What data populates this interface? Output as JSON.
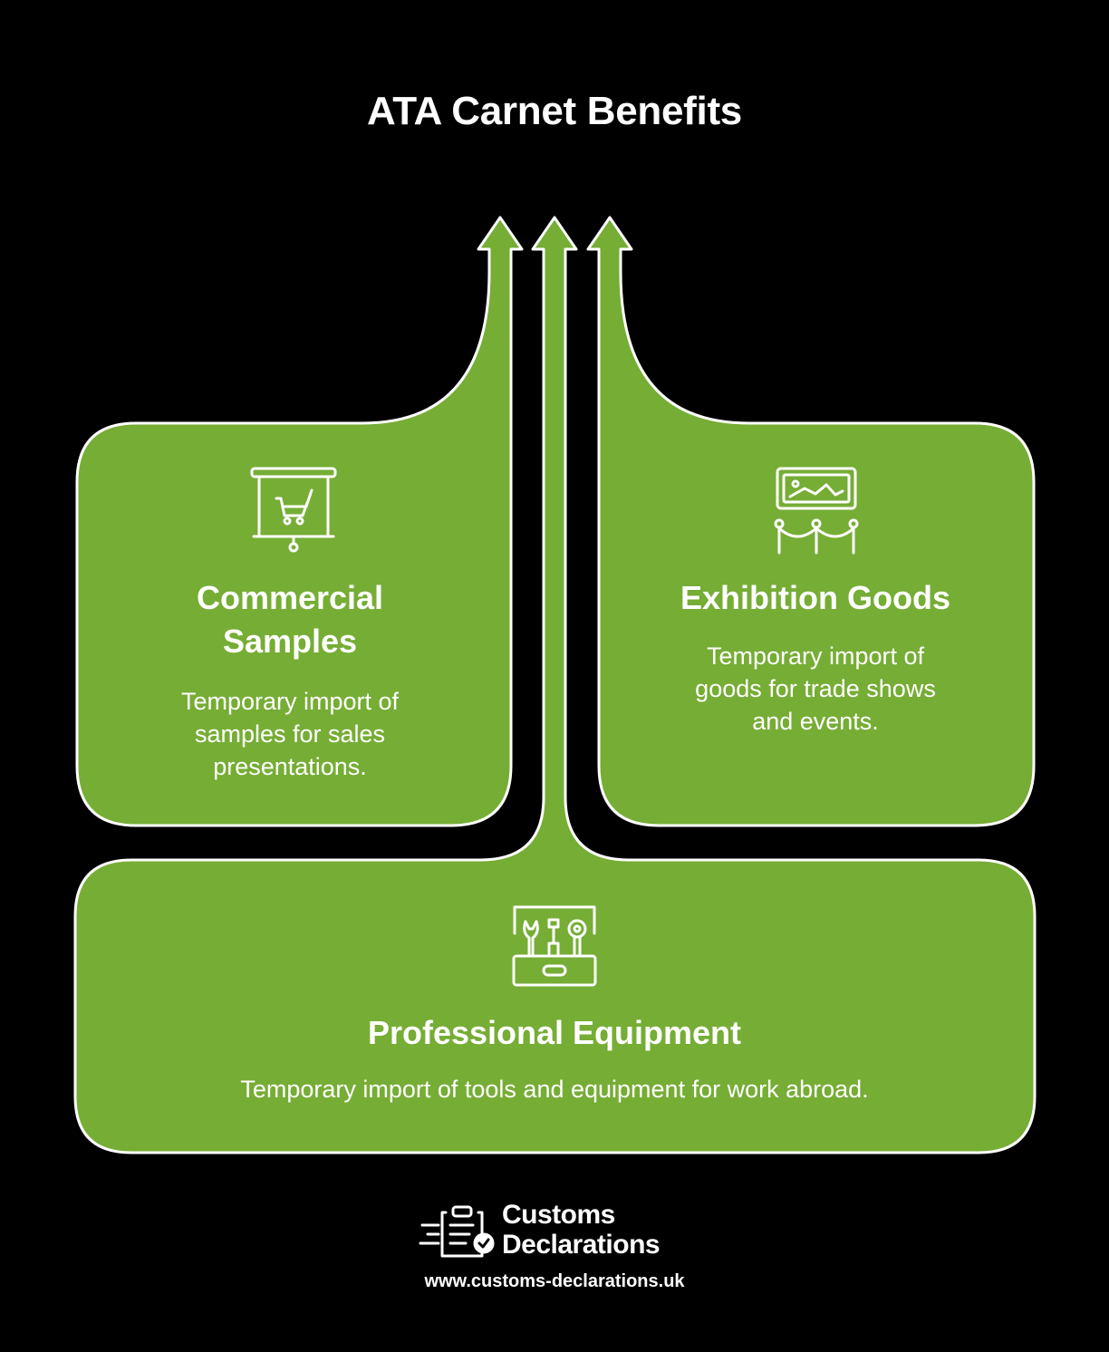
{
  "title": "ATA Carnet Benefits",
  "colors": {
    "background": "#000000",
    "card_fill": "#76AD35",
    "outline": "#FFFFFF",
    "text": "#FFFFFF"
  },
  "cards": {
    "commercial_samples": {
      "title_line1": "Commercial",
      "title_line2": "Samples",
      "desc_line1": "Temporary import of",
      "desc_line2": "samples for sales",
      "desc_line3": "presentations.",
      "icon": "presentation-cart-icon"
    },
    "exhibition_goods": {
      "title": "Exhibition Goods",
      "desc_line1": "Temporary import of",
      "desc_line2": "goods for trade shows",
      "desc_line3": "and events.",
      "icon": "exhibition-display-icon"
    },
    "professional_equipment": {
      "title": "Professional Equipment",
      "desc": "Temporary import of tools and equipment for work abroad.",
      "icon": "toolbox-icon"
    }
  },
  "branding": {
    "name_line1": "Customs",
    "name_line2": "Declarations",
    "url": "www.customs-declarations.uk",
    "icon": "clipboard-check-icon"
  }
}
